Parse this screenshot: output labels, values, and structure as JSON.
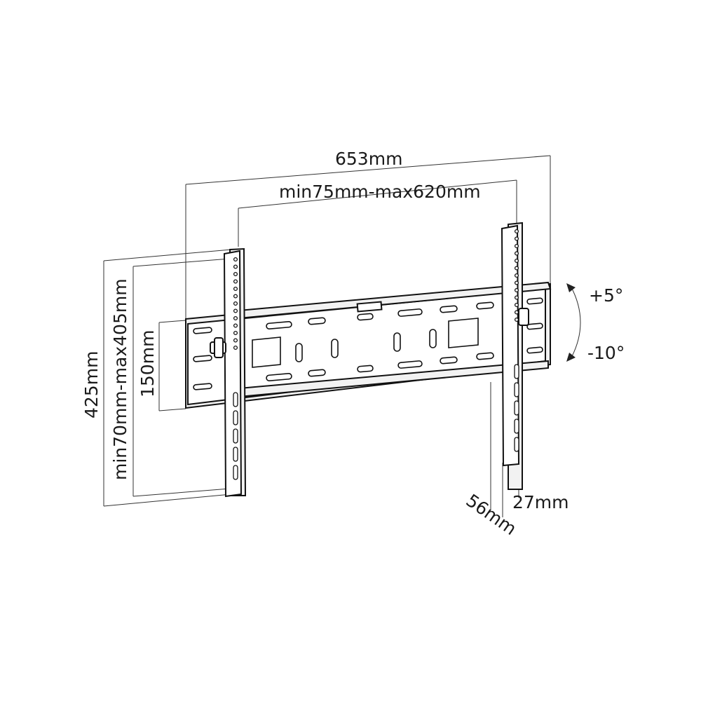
{
  "dimensions": {
    "overall_width": "653mm",
    "vesa_horizontal": "min75mm-max620mm",
    "overall_height": "425mm",
    "vesa_vertical": "min70mm-max405mm",
    "plate_height": "150mm",
    "depth_max": "56mm",
    "depth_min": "27mm"
  },
  "tilt": {
    "up": "+5°",
    "down": "-10°"
  },
  "icons": {
    "bracket": "tv-wall-mount-bracket-drawing",
    "tilt_arrow": "curved-double-arrow"
  }
}
